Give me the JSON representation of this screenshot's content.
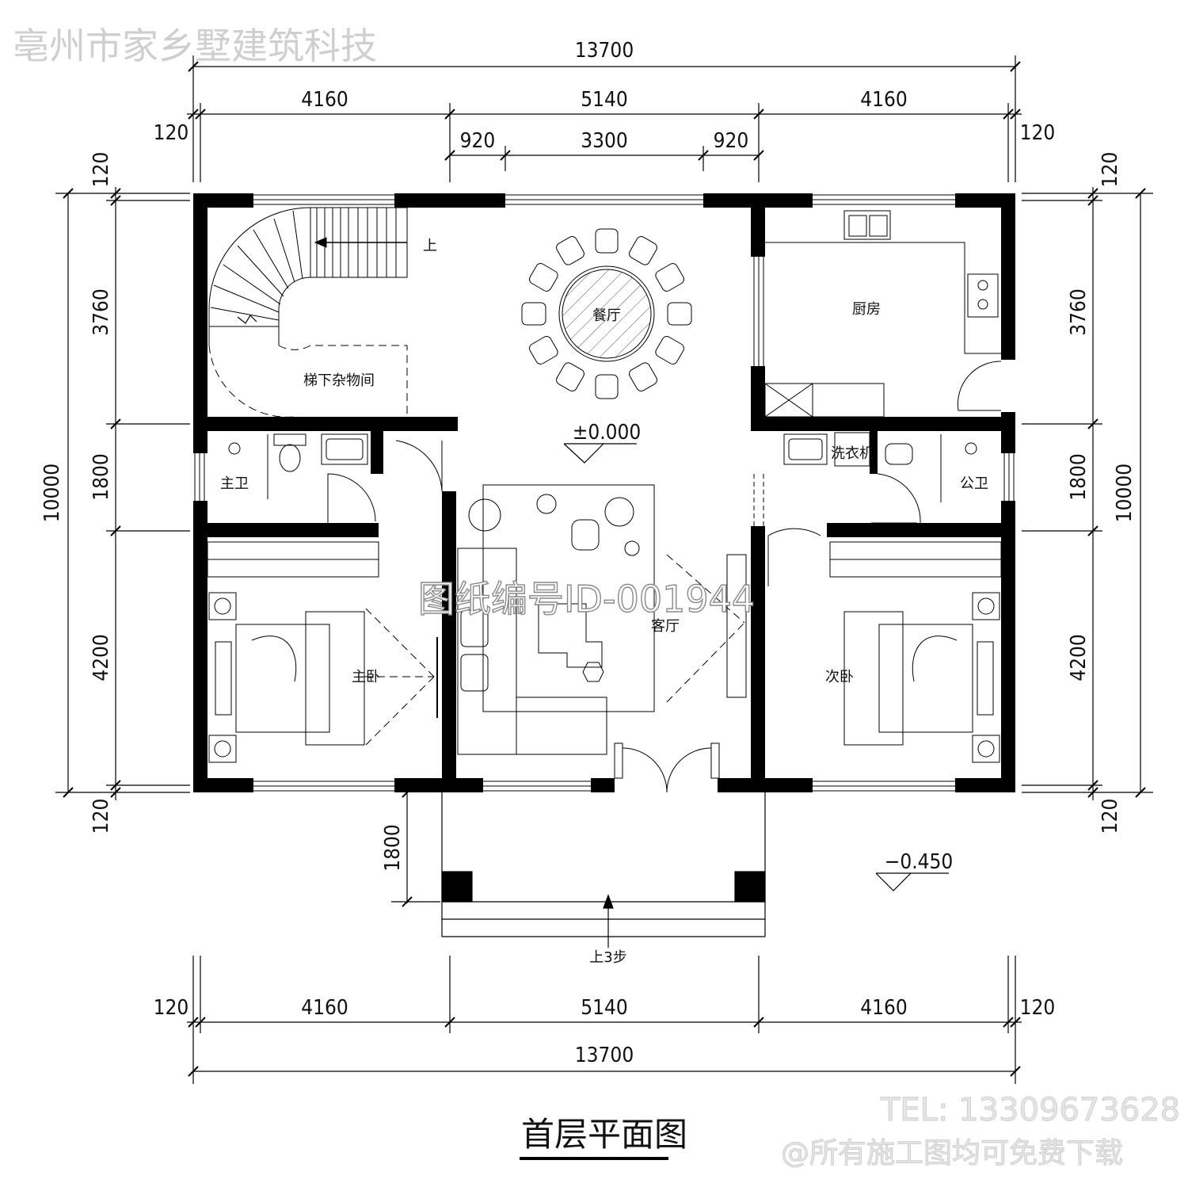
{
  "watermark_top": "亳州市家乡墅建筑科技",
  "watermark_center": "图纸编号ID-001944",
  "contact_tel": "TEL: 13309673628",
  "contact_note": "@所有施工图均可免费下载",
  "drawing_title": "首层平面图",
  "dimensions": {
    "overall_width": "13700",
    "bay_left": "4160",
    "bay_middle": "5140",
    "bay_right": "4160",
    "wall_offset": "120",
    "middle_split_left": "920",
    "middle_split_center": "3300",
    "middle_split_right": "920",
    "overall_depth": "10000",
    "row_top": "3760",
    "row_middle": "1800",
    "row_bottom": "4200",
    "porch_depth": "1800"
  },
  "levels": {
    "interior": "±0.000",
    "exterior": "−0.450"
  },
  "rooms": {
    "stair_label": "上",
    "storage": "梯下杂物间",
    "dining": "餐厅",
    "kitchen": "厨房",
    "master_bath": "主卫",
    "laundry": "洗衣机",
    "public_bath": "公卫",
    "master_bedroom": "主卧",
    "living": "客厅",
    "second_bedroom": "次卧",
    "entry_steps": "上3步"
  }
}
